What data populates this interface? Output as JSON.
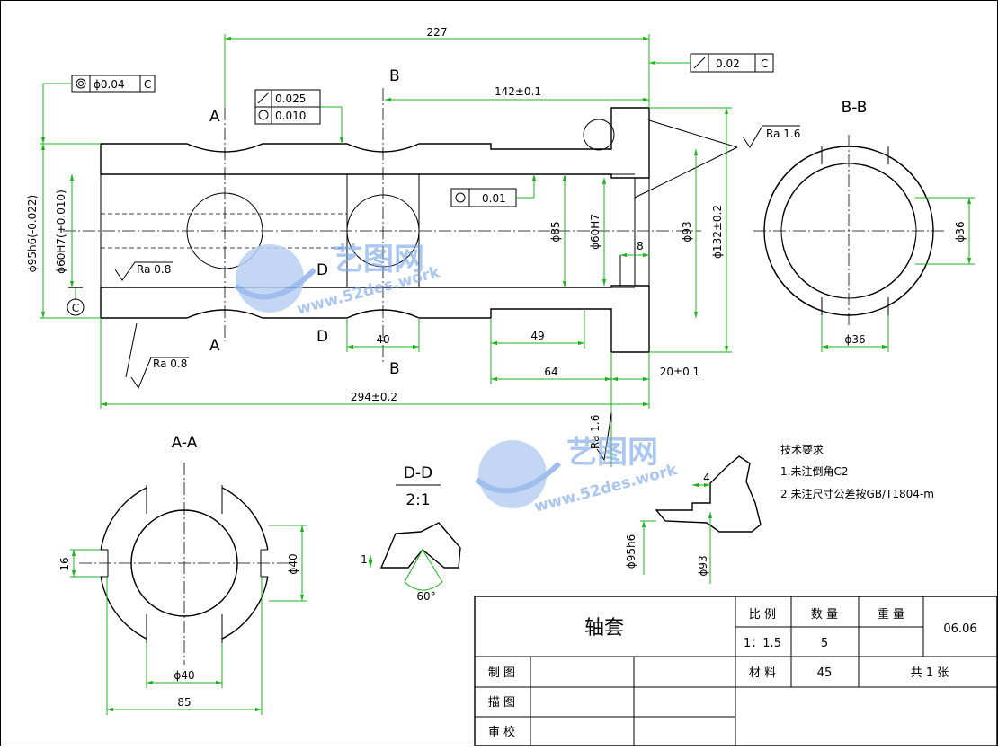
{
  "drawing": {
    "dims": {
      "d227": "227",
      "d142": "142±0.1",
      "d294": "294±0.2",
      "d20": "20±0.1",
      "d64": "64",
      "d49": "49",
      "d40": "40",
      "d8": "8",
      "d95h6": "ϕ95h6(-0.022)",
      "d60h7": "ϕ60H7(+0.010)",
      "d85": "ϕ85",
      "d60h7b": "ϕ60H7",
      "d93": "ϕ93",
      "d132": "ϕ132±0.2",
      "bb36v": "ϕ36",
      "bb36h": "ϕ36",
      "aa16": "16",
      "aa40v": "ϕ40",
      "aa40h": "ϕ40",
      "aa85": "85",
      "dd1": "1",
      "dd60": "60°",
      "det4": "4",
      "det95": "ϕ95h6",
      "det93": "ϕ93"
    },
    "tolerance_frames": {
      "coax": "ϕ0.04",
      "coax_ref": "C",
      "runout": "0.02",
      "runout_ref": "C",
      "f025": "0.025",
      "f010": "0.010",
      "round01": "0.01"
    },
    "datum": "C",
    "roughness": {
      "r1": "Ra 1.6",
      "r2": "Ra 0.8",
      "r3": "Ra 0.8",
      "r4": "Ra 1.6"
    },
    "section_marks": {
      "A_top": "A",
      "A_bottom": "A",
      "B_top": "B",
      "B_bottom": "B",
      "D_top": "D",
      "D_bottom": "D"
    },
    "section_titles": {
      "aa": "A-A",
      "bb": "B-B",
      "dd": "D-D",
      "dd_scale": "2:1"
    },
    "notes": {
      "title": "技术要求",
      "line1": "1.未注倒角C2",
      "line2": "2.未注尺寸公差按GB/T1804-m"
    },
    "watermark": {
      "brand": "艺图网",
      "url": "www.52des.work"
    }
  },
  "title_block": {
    "name": "轴套",
    "scale_label": "比  例",
    "scale_value": "1：1.5",
    "qty_label": "数  量",
    "qty_value": "5",
    "weight_label": "重  量",
    "drawing_no": "06.06",
    "material_label": "材  料",
    "material_value": "45",
    "sheets": "共 1 张",
    "draw_label": "制  图",
    "trace_label": "描  图",
    "check_label": "审  校"
  }
}
